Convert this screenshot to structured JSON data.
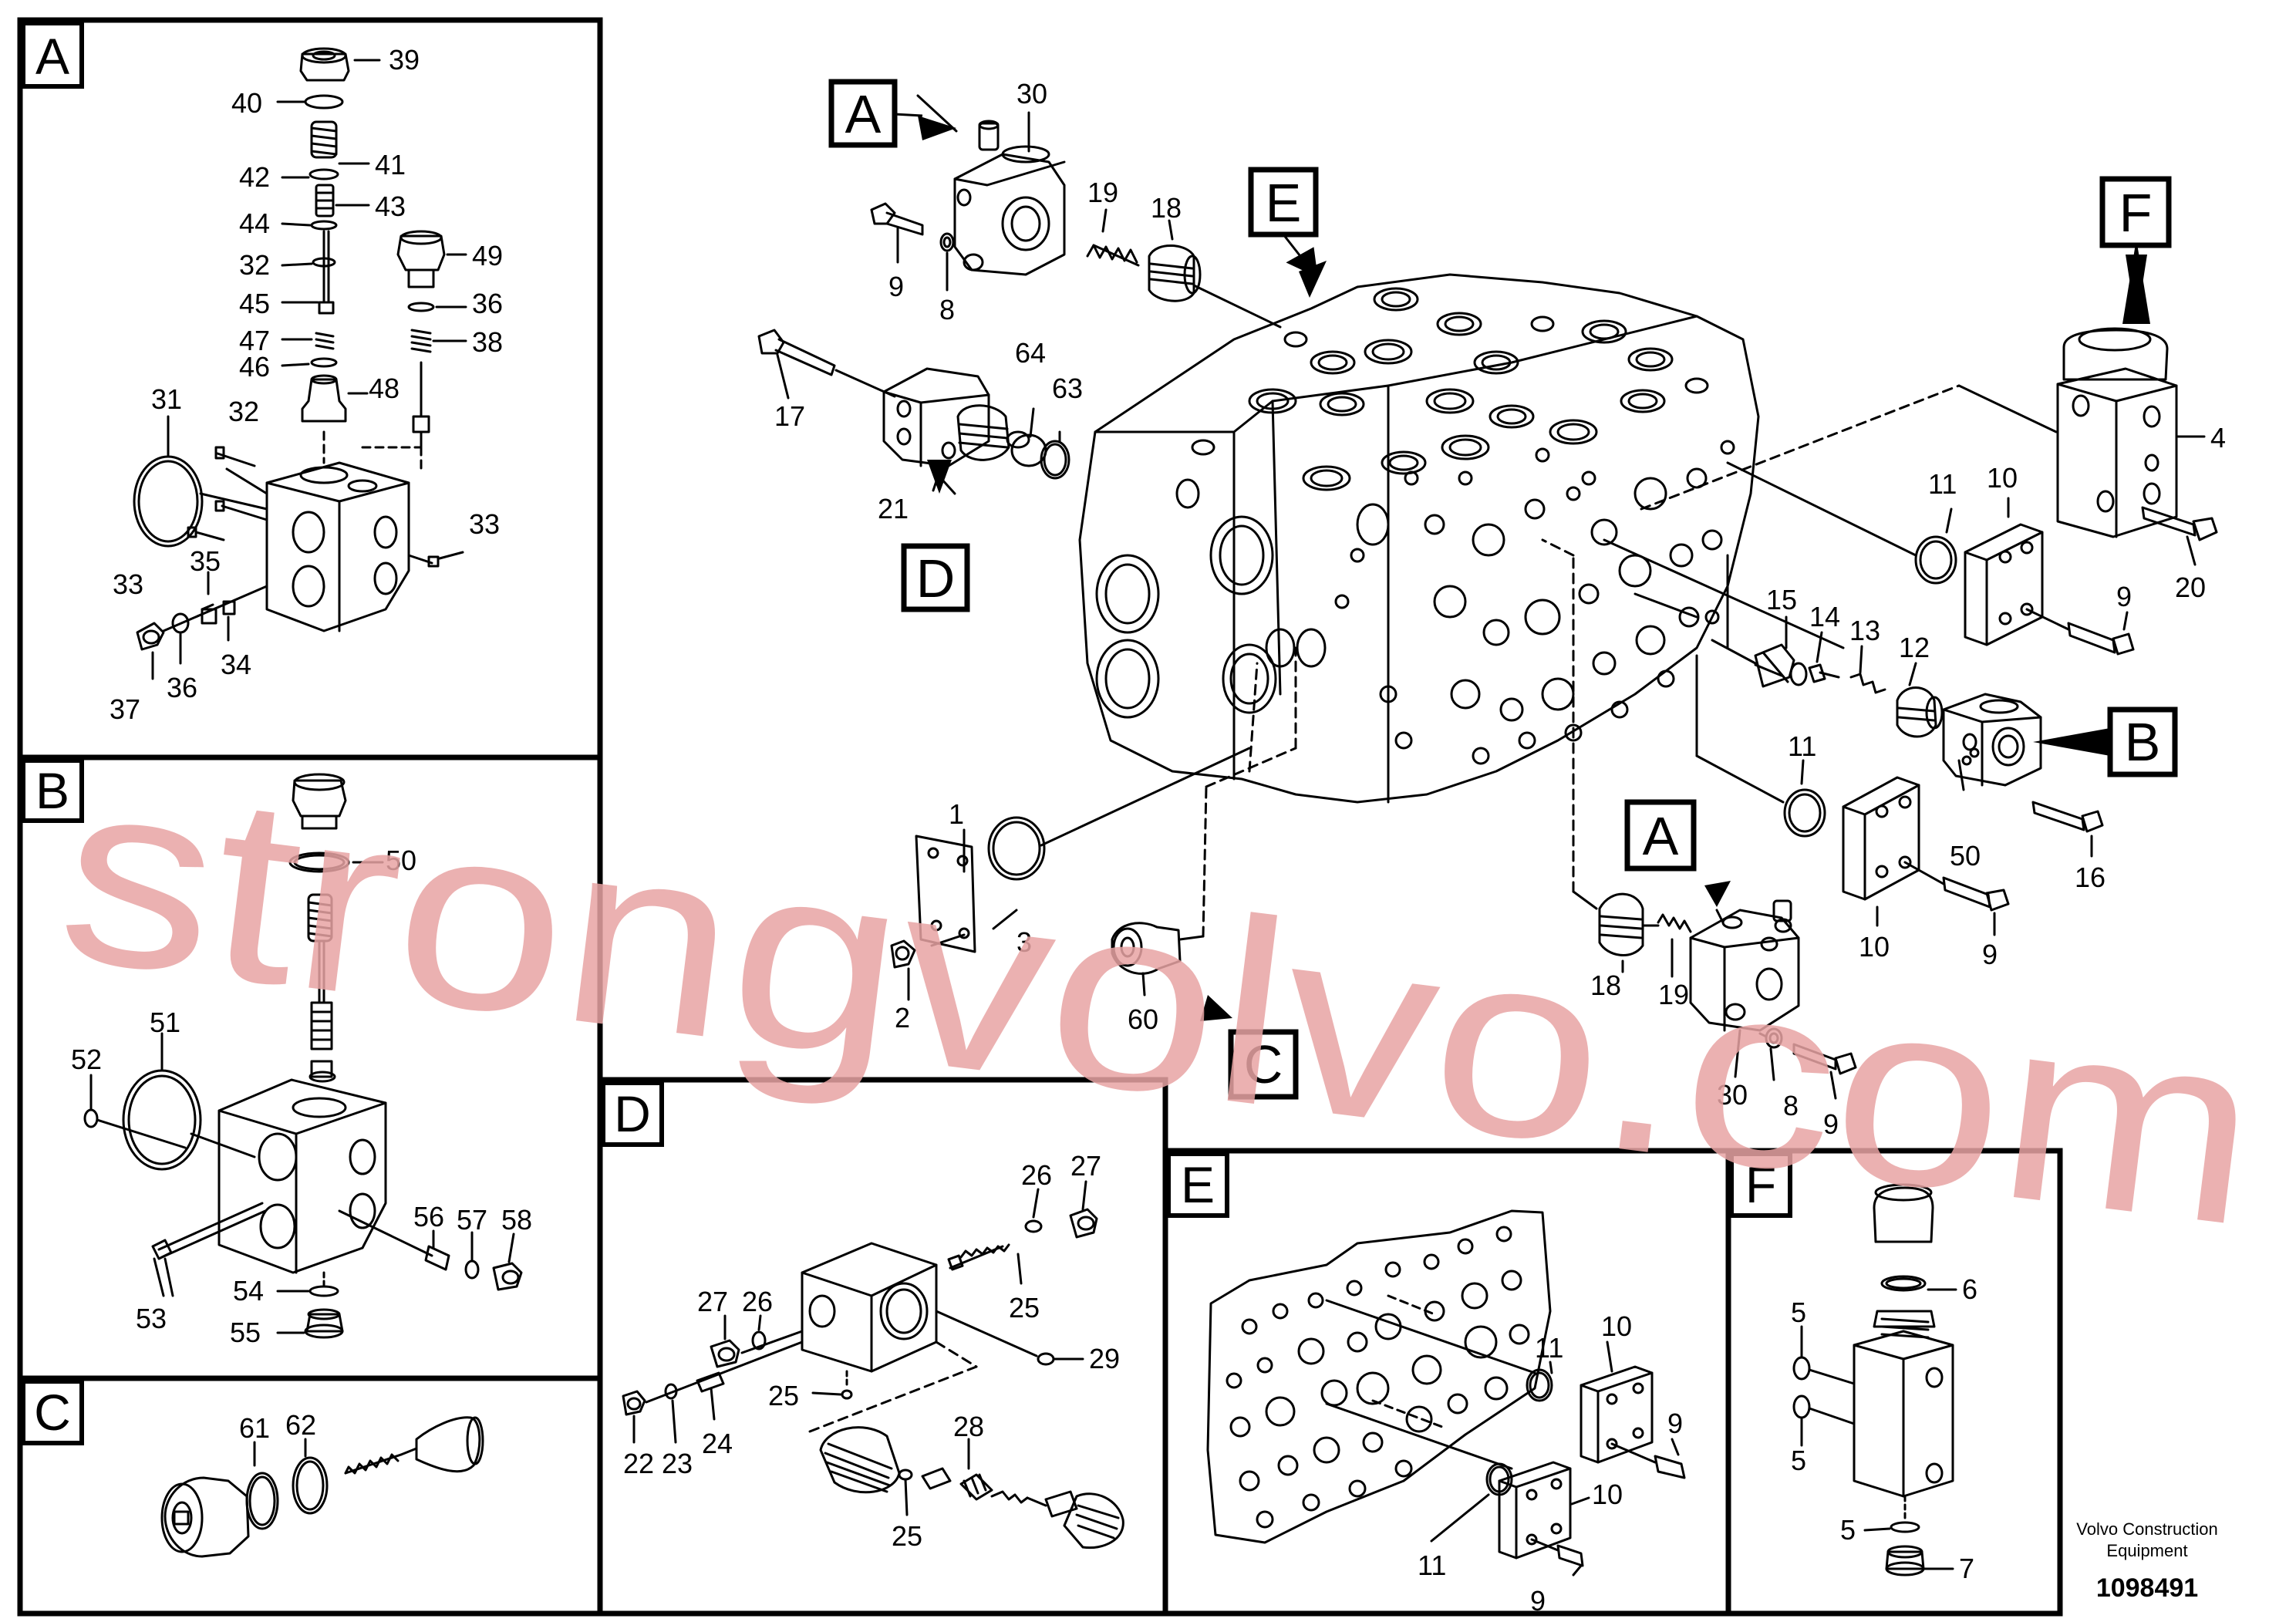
{
  "footer": {
    "company_line1": "Volvo Construction",
    "company_line2": "Equipment",
    "drawing_number": "1098491"
  },
  "watermark": {
    "text": "strongvolvo.com",
    "color": "#e8a3a3"
  },
  "colors": {
    "line": "#000000",
    "background": "#ffffff",
    "watermark": "#e8a3a3"
  },
  "detail_boxes": {
    "A": "A",
    "B": "B",
    "C": "C",
    "D": "D",
    "E": "E",
    "F": "F"
  },
  "main_callouts": {
    "A_top": "A",
    "A_bottom": "A",
    "B": "B",
    "C": "C",
    "D": "D",
    "E": "E",
    "F": "F"
  },
  "part_numbers": [
    "39",
    "40",
    "41",
    "42",
    "43",
    "44",
    "32",
    "45",
    "47",
    "46",
    "48",
    "49",
    "36",
    "38",
    "31",
    "32",
    "33",
    "33",
    "35",
    "37",
    "36",
    "34",
    "50",
    "51",
    "52",
    "53",
    "54",
    "55",
    "56",
    "57",
    "58",
    "61",
    "62",
    "26",
    "27",
    "27",
    "26",
    "25",
    "29",
    "25",
    "22",
    "23",
    "24",
    "28",
    "25",
    "11",
    "10",
    "9",
    "11",
    "10",
    "9",
    "6",
    "5",
    "5",
    "5",
    "7",
    "30",
    "19",
    "18",
    "9",
    "8",
    "17",
    "64",
    "63",
    "21",
    "4",
    "11",
    "10",
    "20",
    "9",
    "15",
    "14",
    "13",
    "12",
    "11",
    "50",
    "16",
    "10",
    "9",
    "1",
    "3",
    "2",
    "60",
    "18",
    "19",
    "30",
    "8",
    "9"
  ]
}
